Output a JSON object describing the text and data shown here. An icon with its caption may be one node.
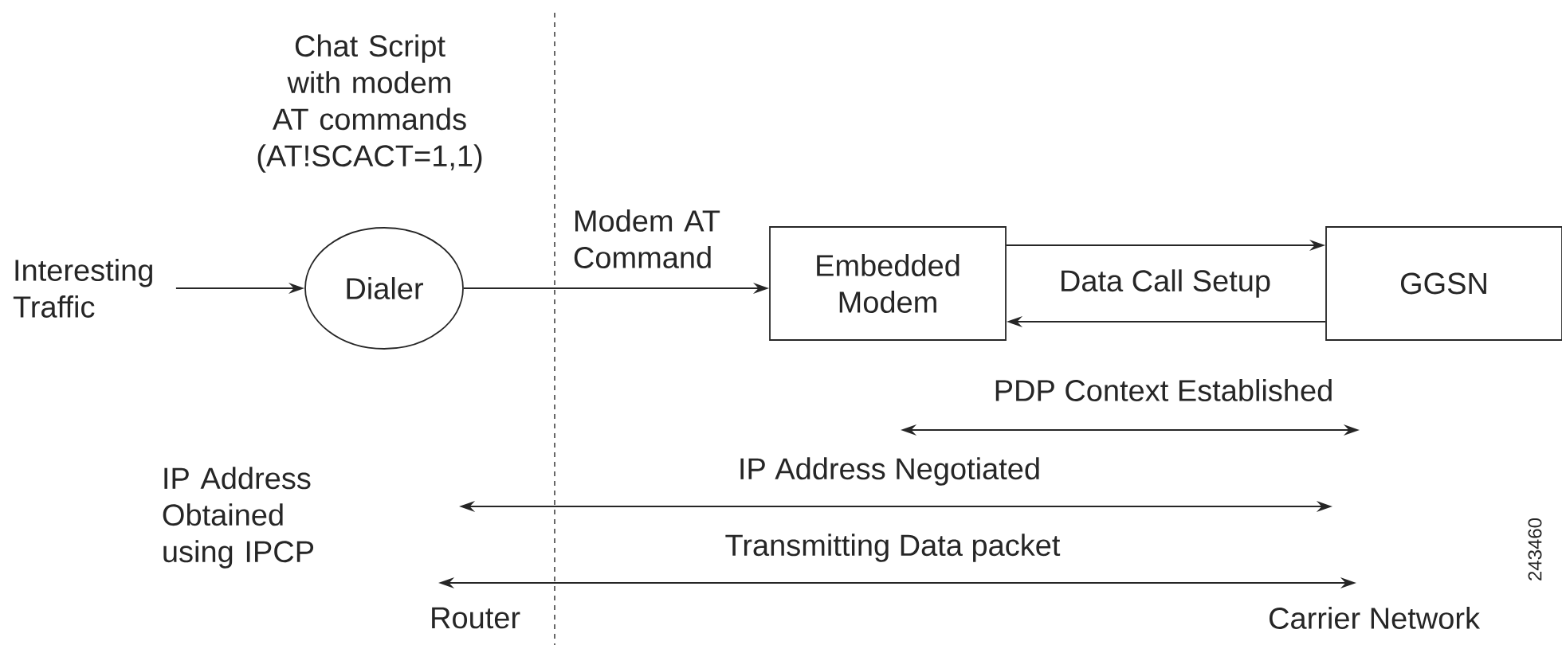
{
  "diagram": {
    "nodes": [
      {
        "text": [
          "Interesting Traffic"
        ]
      },
      {
        "text": [
          "Dialer"
        ]
      },
      {
        "text": [
          "Embedded Modem"
        ]
      },
      {
        "text": [
          "GGSN"
        ]
      }
    ],
    "edges": [
      {
        "from": 0,
        "to": 1,
        "arrow": "to"
      },
      {
        "from": 1,
        "to": 2,
        "arrow": "to",
        "label": "Modem AT Command"
      },
      {
        "from": 2,
        "to": 3,
        "arrow": "to"
      },
      {
        "from": 3,
        "to": 2,
        "arrow": "to",
        "label": "Data Call Setup"
      }
    ],
    "labels": [
      "Chat Script with modem AT commands (AT!SCACT=1,1)",
      "PDP Context Established",
      "IP Address Obtained using IPCP",
      "IP Address Negotiated",
      "Transmitting Data packet",
      "Router",
      "Carrier Network",
      "243460"
    ]
  }
}
